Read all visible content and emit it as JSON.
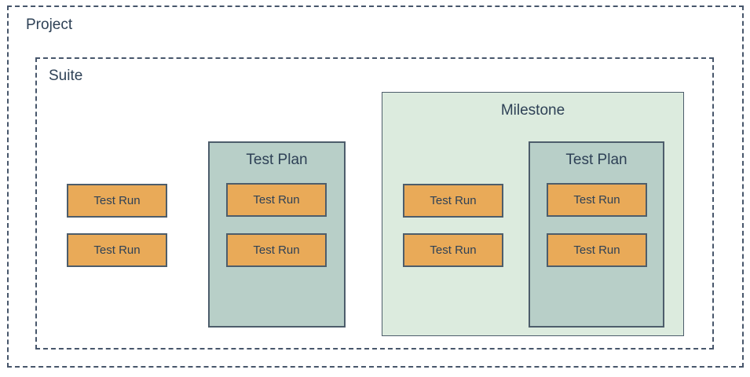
{
  "colors": {
    "run_fill": "#e9aa58",
    "plan_fill": "#b8cfc8",
    "milestone_fill": "#dcebde",
    "text": "#2e4156",
    "solid_border": "#4d5d6b",
    "dashed_border": "#47566b"
  },
  "project": {
    "label": "Project",
    "suite": {
      "label": "Suite",
      "test_runs": [
        {
          "label": "Test Run"
        },
        {
          "label": "Test Run"
        }
      ],
      "test_plan": {
        "label": "Test Plan",
        "test_runs": [
          {
            "label": "Test Run"
          },
          {
            "label": "Test Run"
          }
        ]
      },
      "milestone": {
        "label": "Milestone",
        "test_runs": [
          {
            "label": "Test Run"
          },
          {
            "label": "Test Run"
          }
        ],
        "test_plan": {
          "label": "Test Plan",
          "test_runs": [
            {
              "label": "Test Run"
            },
            {
              "label": "Test Run"
            }
          ]
        }
      }
    }
  }
}
